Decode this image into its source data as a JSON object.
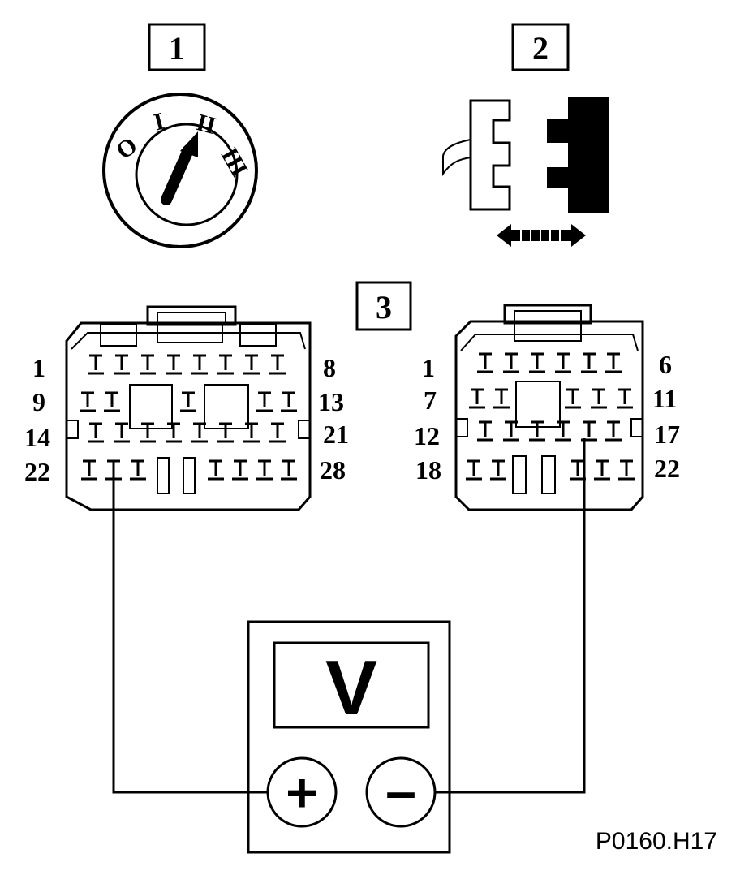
{
  "steps": [
    {
      "label": "1"
    },
    {
      "label": "2"
    },
    {
      "label": "3"
    }
  ],
  "ignition": {
    "positions": [
      "O",
      "I",
      "II",
      "III"
    ]
  },
  "connector_left": {
    "rows": [
      {
        "start": "1",
        "end": "8",
        "pins": 8
      },
      {
        "start": "9",
        "end": "13",
        "pins": 5
      },
      {
        "start": "14",
        "end": "21",
        "pins": 8
      },
      {
        "start": "22",
        "end": "28",
        "pins": 7
      }
    ]
  },
  "connector_right": {
    "rows": [
      {
        "start": "1",
        "end": "6",
        "pins": 6
      },
      {
        "start": "7",
        "end": "11",
        "pins": 5
      },
      {
        "start": "12",
        "end": "17",
        "pins": 6
      },
      {
        "start": "18",
        "end": "22",
        "pins": 5
      }
    ]
  },
  "meter": {
    "display": "V",
    "plus": "+",
    "minus": "–"
  },
  "reference": "P0160.H17"
}
